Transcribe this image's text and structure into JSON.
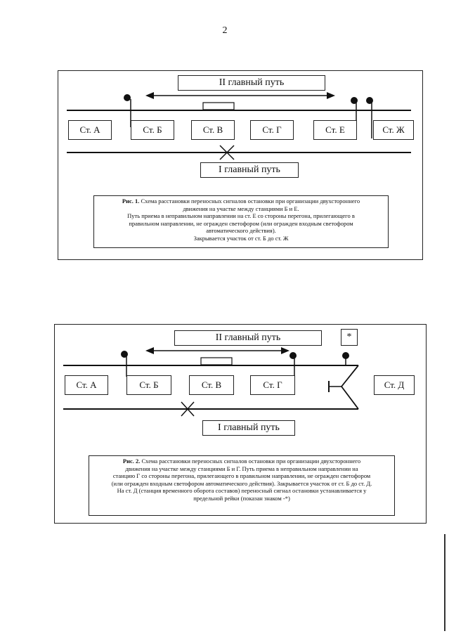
{
  "page_number": "2",
  "figures": [
    {
      "track_top": "II главный путь",
      "track_bottom": "I главный путь",
      "stations": [
        "Ст. А",
        "Ст. Б",
        "Ст. В",
        "Ст. Г",
        "Ст. Е",
        "Ст. Ж"
      ],
      "caption": {
        "figure_label": "Рис. 1.",
        "lines": [
          "Схема расстановки переносных сигналов остановки при организации двухстороннего",
          "движения на участке между станциями Б и Е.",
          "Путь приема в неправильном направлении на ст. Е со стороны перегона, прилегающего в",
          "правильном направлении, не огражден светофором (или огражден входным светофором",
          "автоматического действия).",
          "Закрывается участок от ст. Б до ст. Ж"
        ]
      }
    },
    {
      "track_top": "II главный путь",
      "track_bottom": "I главный путь",
      "stations": [
        "Ст. А",
        "Ст. Б",
        "Ст. В",
        "Ст. Г",
        "Ст. Д"
      ],
      "star_marker": "*",
      "caption": {
        "figure_label": "Рис. 2.",
        "lines": [
          "Схема расстановки переносных сигналов остановки при организации двухстороннего",
          "движения на участке между станциями Б и Г. Путь приема в неправильном направлении на",
          "станцию Г со стороны перегона, прилегающего в правильном направлении, не огражден светофором",
          "(или огражден входным светофором автоматического действия). Закрывается участок от ст. Б до ст. Д.",
          "На ст. Д (станция временного оборота составов) переносный сигнал остановки устанавливается у",
          "предельной рейки (показан знаком -*)"
        ]
      }
    }
  ]
}
